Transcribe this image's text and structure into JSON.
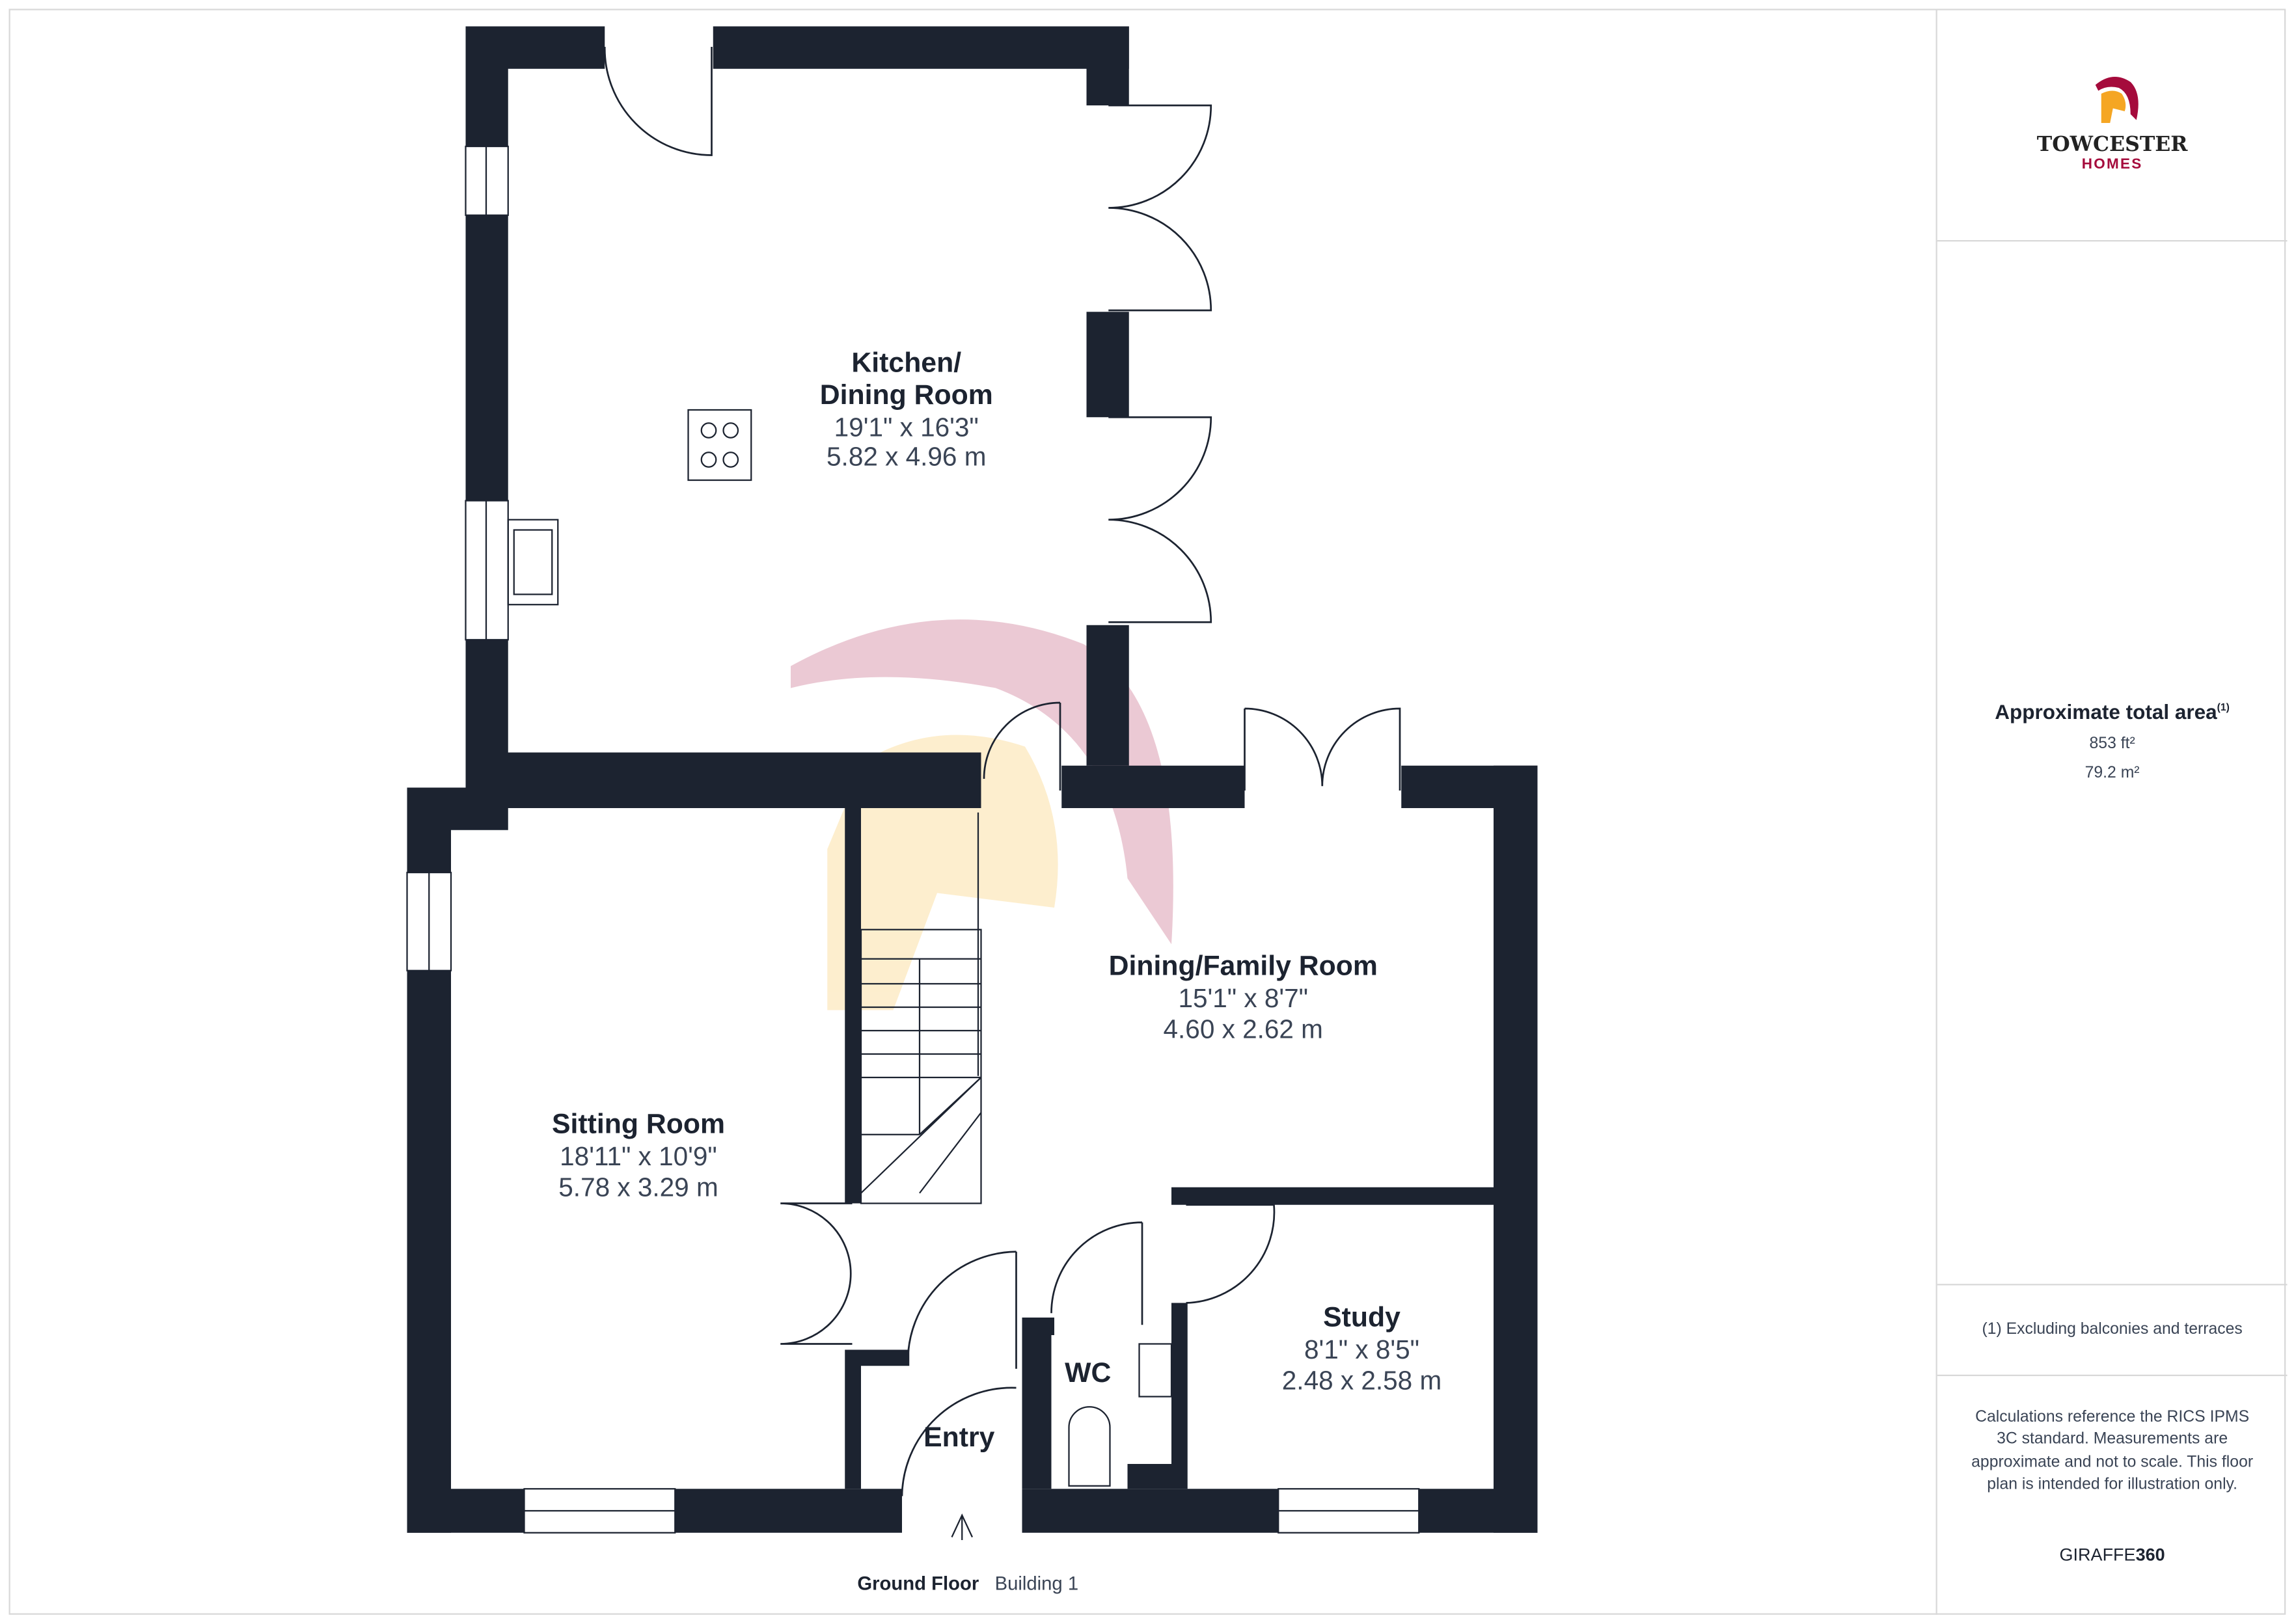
{
  "brand": {
    "name": "TOWCESTER",
    "sub": "HOMES",
    "colors": {
      "crimson": "#a50b3c",
      "gold": "#f5b323",
      "wall": "#1c2330"
    }
  },
  "rooms": [
    {
      "name": "Kitchen/",
      "name2": "Dining Room",
      "imperial": "19'1\" x 16'3\"",
      "metric": "5.82 x 4.96 m"
    },
    {
      "name": "Dining/Family Room",
      "imperial": "15'1\" x 8'7\"",
      "metric": "4.60 x 2.62 m"
    },
    {
      "name": "Sitting Room",
      "imperial": "18'11\" x 10'9\"",
      "metric": "5.78 x 3.29 m"
    },
    {
      "name": "Study",
      "imperial": "8'1\" x 8'5\"",
      "metric": "2.48 x 2.58 m"
    },
    {
      "name": "WC"
    },
    {
      "name": "Entry"
    }
  ],
  "footer": {
    "floor": "Ground Floor",
    "building": "Building 1"
  },
  "sidebar": {
    "area_title": "Approximate total area",
    "area_sup": "(1)",
    "area_ft": "853 ft²",
    "area_m": "79.2 m²",
    "note": "(1) Excluding balconies and terraces",
    "disclaimer": "Calculations reference the RICS IPMS 3C standard. Measurements are approximate and not to scale. This floor plan is intended for illustration only.",
    "credit_a": "GIRAFFE",
    "credit_b": "360"
  }
}
